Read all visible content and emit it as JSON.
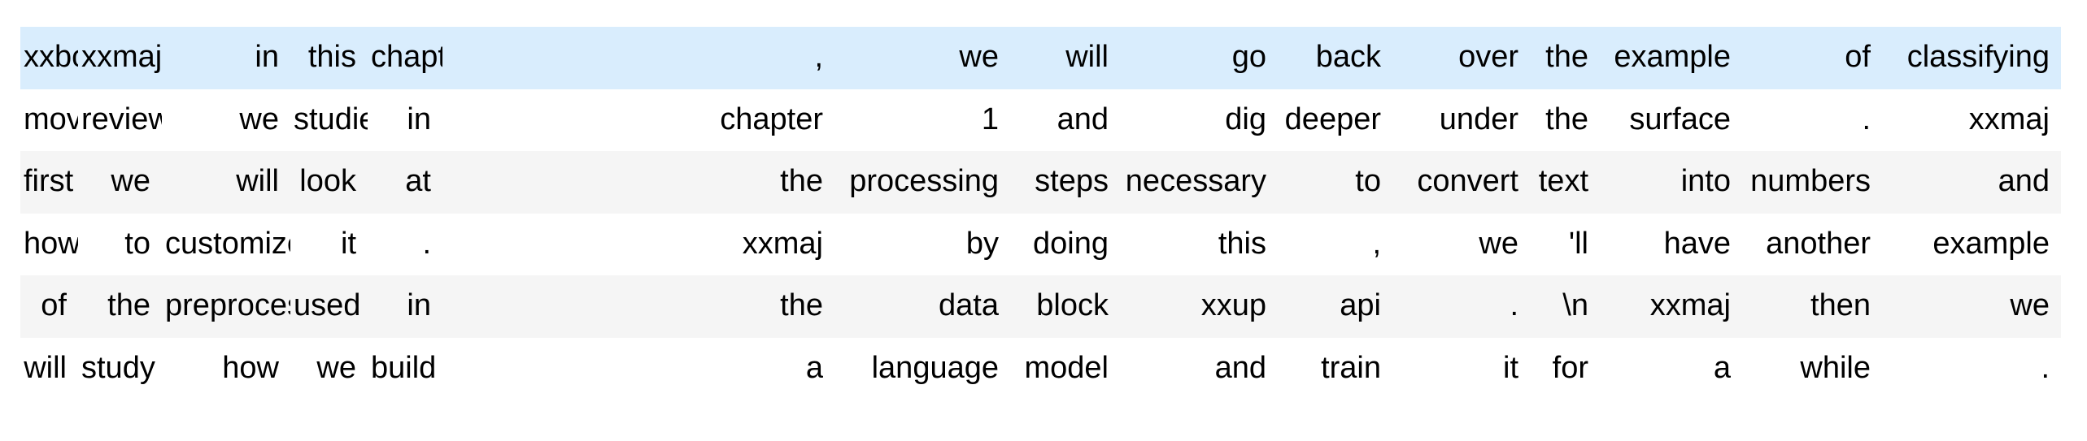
{
  "colors": {
    "highlight_row": "#d9edfd",
    "stripe_row": "#f5f5f5",
    "default_row": "#ffffff",
    "text": "#000000",
    "background": "#ffffff"
  },
  "token_table": {
    "rows": [
      {
        "style": "highlight",
        "tokens": [
          "xxbos",
          "xxmaj",
          "in",
          "this",
          "chapter",
          ",",
          "we",
          "will",
          "go",
          "back",
          "over",
          "the",
          "example",
          "of",
          "classifying"
        ]
      },
      {
        "style": "default",
        "tokens": [
          "movie",
          "reviews",
          "we",
          "studied",
          "in",
          "chapter",
          "1",
          "and",
          "dig",
          "deeper",
          "under",
          "the",
          "surface",
          ".",
          "xxmaj"
        ]
      },
      {
        "style": "stripe",
        "tokens": [
          "first",
          "we",
          "will",
          "look",
          "at",
          "the",
          "processing",
          "steps",
          "necessary",
          "to",
          "convert",
          "text",
          "into",
          "numbers",
          "and"
        ]
      },
      {
        "style": "default",
        "tokens": [
          "how",
          "to",
          "customize",
          "it",
          ".",
          "xxmaj",
          "by",
          "doing",
          "this",
          ",",
          "we",
          "'ll",
          "have",
          "another",
          "example"
        ]
      },
      {
        "style": "stripe",
        "tokens": [
          "of",
          "the",
          "preprocessor",
          "used",
          "in",
          "the",
          "data",
          "block",
          "xxup",
          "api",
          ".",
          "\\n",
          "xxmaj",
          "then",
          "we"
        ]
      },
      {
        "style": "default",
        "tokens": [
          "will",
          "study",
          "how",
          "we",
          "build",
          "a",
          "language",
          "model",
          "and",
          "train",
          "it",
          "for",
          "a",
          "while",
          "."
        ]
      }
    ]
  }
}
